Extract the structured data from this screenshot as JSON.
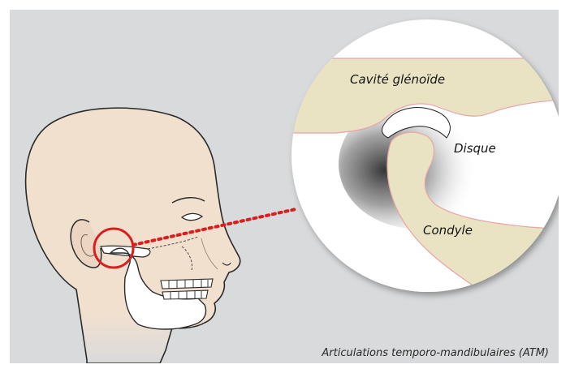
{
  "labels": {
    "glenoid_cavity": "Cavité glénoïde",
    "disc": "Disque",
    "condyle": "Condyle"
  },
  "caption": "Articulations temporo-mandibulaires (ATM)",
  "colors": {
    "background": "#d9dadb",
    "skin": "#f1dfcd",
    "bone": "#e9e3c4",
    "disc": "#ffffff",
    "highlight_circle": "#d71f1f",
    "dotted_line": "#d71f1f",
    "magnifier": "#ffffff"
  }
}
